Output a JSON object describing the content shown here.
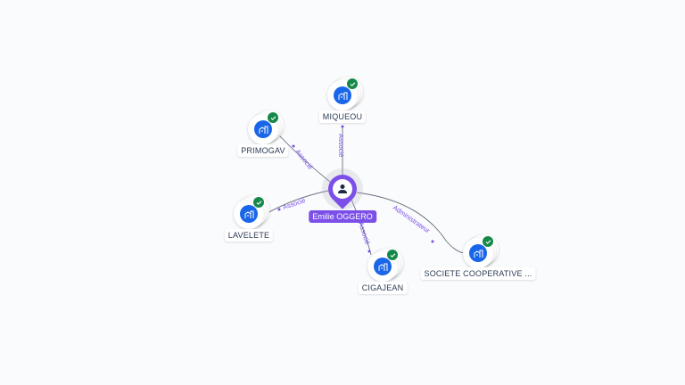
{
  "center": {
    "name": "Emilie OGGERO",
    "icon": "person-icon",
    "color": "#7b4fe8"
  },
  "nodes": [
    {
      "name": "MIQUEOU",
      "relation": "Associé",
      "icon": "building-icon",
      "verified": true
    },
    {
      "name": "PRIMOGAV",
      "relation": "Associé",
      "icon": "building-icon",
      "verified": true
    },
    {
      "name": "LAVELETE",
      "relation": "Associé",
      "icon": "building-icon",
      "verified": true
    },
    {
      "name": "CIGAJEAN",
      "relation": "Associé",
      "icon": "building-icon",
      "verified": true
    },
    {
      "name": "SOCIETE COOPERATIVE ...",
      "relation": "Administrateur",
      "icon": "building-icon",
      "verified": true
    }
  ],
  "colors": {
    "company": "#1a66e8",
    "verified": "#16884a",
    "edge": "#6b7080"
  }
}
